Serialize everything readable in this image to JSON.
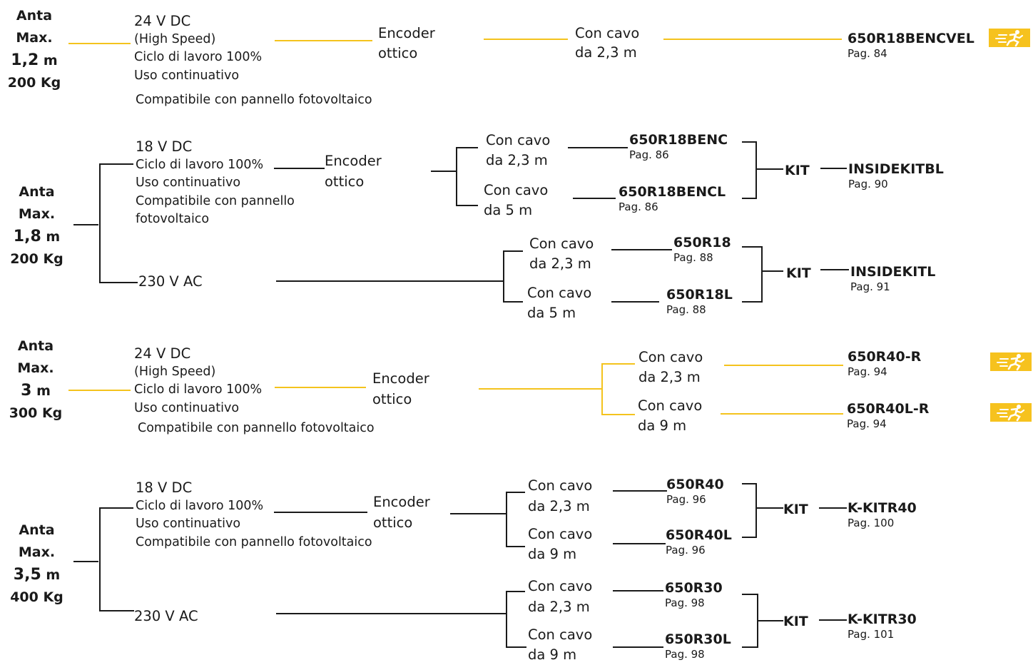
{
  "colors": {
    "accent": "#f4c31d",
    "line": "#1a1a1a",
    "text": "#1a1a1a"
  },
  "icon": "running-man-icon",
  "groups": [
    {
      "anta": "Anta",
      "max": "Max.",
      "length_num": "1,2",
      "length_unit": "m",
      "weight": "200 Kg",
      "spec_lines": [
        "24 V DC",
        "(High Speed)",
        "Ciclo di lavoro 100%",
        "Uso continuativo"
      ],
      "photovoltaic": "Compatibile con pannello fotovoltaico",
      "encoder": [
        "Encoder",
        "ottico"
      ],
      "cables": [
        {
          "line1": "Con cavo",
          "line2": "da 2,3 m",
          "code": "650R18BENCVEL",
          "page": "Pag. 84"
        }
      ]
    },
    {
      "anta": "Anta",
      "max": "Max.",
      "length_num": "1,8",
      "length_unit": "m",
      "weight": "200 Kg",
      "spec_lines": [
        "18 V DC",
        "Ciclo di lavoro 100%",
        "Uso continuativo",
        "Compatibile con pannello",
        "fotovoltaico"
      ],
      "encoder": [
        "Encoder",
        "ottico"
      ],
      "cables": [
        {
          "line1": "Con cavo",
          "line2": "da 2,3 m",
          "code": "650R18BENC",
          "page": "Pag. 86"
        },
        {
          "line1": "Con cavo",
          "line2": "da 5 m",
          "code": "650R18BENCL",
          "page": "Pag. 86"
        }
      ],
      "kit": {
        "label": "KIT",
        "code": "INSIDEKITBL",
        "page": "Pag. 90"
      },
      "ac": {
        "label": "230 V AC",
        "cables": [
          {
            "line1": "Con cavo",
            "line2": "da 2,3 m",
            "code": "650R18",
            "page": "Pag. 88"
          },
          {
            "line1": "Con cavo",
            "line2": "da 5 m",
            "code": "650R18L",
            "page": "Pag. 88"
          }
        ],
        "kit": {
          "label": "KIT",
          "code": "INSIDEKITL",
          "page": "Pag. 91"
        }
      }
    },
    {
      "anta": "Anta",
      "max": "Max.",
      "length_num": "3",
      "length_unit": "m",
      "weight": "300 Kg",
      "spec_lines": [
        "24 V DC",
        "(High Speed)",
        "Ciclo di lavoro 100%",
        "Uso continuativo"
      ],
      "photovoltaic": "Compatibile con pannello fotovoltaico",
      "encoder": [
        "Encoder",
        "ottico"
      ],
      "cables": [
        {
          "line1": "Con cavo",
          "line2": "da 2,3 m",
          "code": "650R40-R",
          "page": "Pag. 94"
        },
        {
          "line1": "Con cavo",
          "line2": "da 9 m",
          "code": "650R40L-R",
          "page": "Pag. 94"
        }
      ]
    },
    {
      "anta": "Anta",
      "max": "Max.",
      "length_num": "3,5",
      "length_unit": "m",
      "weight": "400 Kg",
      "spec_lines": [
        "18 V DC",
        "Ciclo di lavoro 100%",
        "Uso continuativo",
        "Compatibile con pannello fotovoltaico"
      ],
      "encoder": [
        "Encoder",
        "ottico"
      ],
      "cables": [
        {
          "line1": "Con cavo",
          "line2": "da 2,3 m",
          "code": "650R40",
          "page": "Pag. 96"
        },
        {
          "line1": "Con cavo",
          "line2": "da 9 m",
          "code": "650R40L",
          "page": "Pag. 96"
        }
      ],
      "kit": {
        "label": "KIT",
        "code": "K-KITR40",
        "page": "Pag. 100"
      },
      "ac": {
        "label": "230 V AC",
        "cables": [
          {
            "line1": "Con cavo",
            "line2": "da 2,3 m",
            "code": "650R30",
            "page": "Pag. 98"
          },
          {
            "line1": "Con cavo",
            "line2": "da 9 m",
            "code": "650R30L",
            "page": "Pag. 98"
          }
        ],
        "kit": {
          "label": "KIT",
          "code": "K-KITR30",
          "page": "Pag. 101"
        }
      }
    }
  ]
}
